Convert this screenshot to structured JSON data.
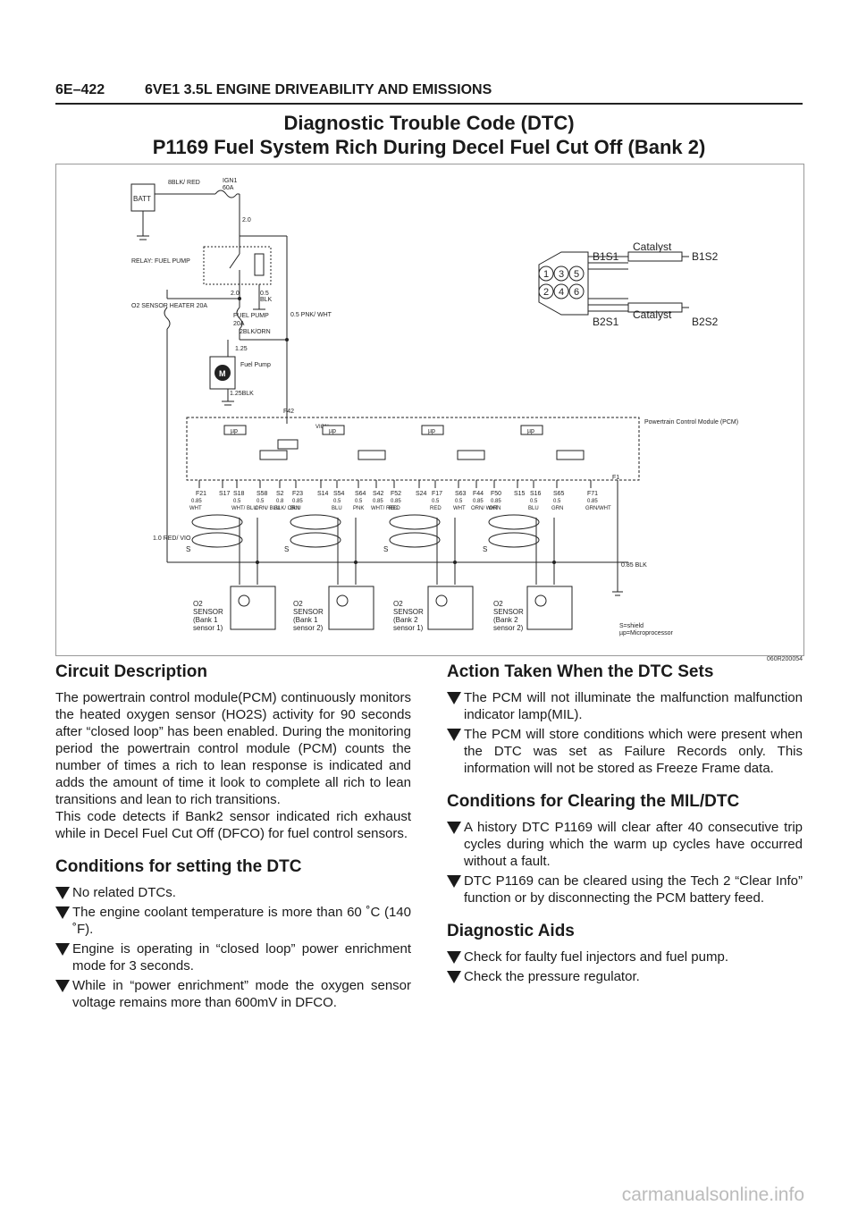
{
  "header": {
    "page": "6E–422",
    "section": "6VE1 3.5L ENGINE DRIVEABILITY AND EMISSIONS"
  },
  "title": {
    "line1": "Diagnostic Trouble Code (DTC)",
    "line2": "P1169 Fuel System Rich During Decel Fuel Cut Off (Bank 2)"
  },
  "diagram": {
    "batt": "BATT",
    "wire_8blk_red": "8BLK/ RED",
    "ign1": "IGN1",
    "ign1_amp": "60A",
    "w20": "2.0",
    "relay": "RELAY: FUEL PUMP",
    "relay_w1": "2.0",
    "relay_w2": "0.5",
    "relay_w2c": "BLK",
    "heater": "O2 SENSOR HEATER 20A",
    "fuel_pump_fuse": "FUEL PUMP",
    "fuel_pump_amp": "20A",
    "w2blk_orn": "2BLK/ORN",
    "w05pnk": "0.5 PNK/ WHT",
    "w125": "1.25",
    "motor": "M",
    "fuel_pump": "Fuel Pump",
    "w125blk": "1.25BLK",
    "f42": "F42",
    "vign": "VIGN",
    "pcm": "Powertrain Control Module (PCM)",
    "f1": "F1",
    "up": "µp",
    "w10": "1.0 RED/ VIO",
    "w085blk": "0.85 BLK",
    "s": "S",
    "legend1": "S=shield",
    "legend2": "µp=Microprocessor",
    "b1s1": "B1S1",
    "b1s2": "B1S2",
    "b2s1": "B2S1",
    "b2s2": "B2S2",
    "catalyst": "Catalyst",
    "cyl": [
      "1",
      "3",
      "5",
      "2",
      "4",
      "6"
    ],
    "pins": [
      "F21",
      "S17",
      "S18",
      "S58",
      "S2",
      "F23",
      "S14",
      "S54",
      "S64",
      "S42",
      "F52",
      "S24",
      "F17",
      "S63",
      "F44",
      "F50",
      "S15",
      "S16",
      "S65",
      "F71"
    ],
    "wire_gauge": [
      "0.85",
      "0.5",
      "0.5",
      "0.8",
      "0.85",
      "0.5",
      "0.5",
      "0.85",
      "0.85",
      "0.5",
      "0.5",
      "0.85",
      "0.85",
      "0.5",
      "0.5",
      "0.85"
    ],
    "wire_color": [
      "WHT",
      "WHT/ BLU",
      "ORN/ BLU",
      "BLK/ ORN",
      "BLU",
      "BLU",
      "PNK",
      "WHT/ RED",
      "RED",
      "RED",
      "WHT",
      "ORN/ WHT",
      "ORN",
      "BLU",
      "GRN",
      "GRN/WHT"
    ],
    "sensors": [
      "O2 SENSOR (Bank 1 sensor 1)",
      "O2 SENSOR (Bank 1 sensor 2)",
      "O2 SENSOR (Bank 2 sensor 1)",
      "O2 SENSOR (Bank 2 sensor 2)"
    ],
    "figure_id": "060R200054"
  },
  "circuit": {
    "heading": "Circuit Description",
    "para1": "The powertrain control module(PCM) continuously monitors the heated oxygen sensor (HO2S) activity for 90 seconds after “closed loop” has been enabled. During the monitoring period the powertrain control module (PCM) counts the number of times a rich to lean response is indicated and adds the amount of time it look to complete all rich to lean transitions and lean to rich transitions.",
    "para2": "This code detects if Bank2 sensor indicated rich exhaust while in Decel Fuel Cut Off (DFCO) for fuel control sensors."
  },
  "setting": {
    "heading": "Conditions for setting the DTC",
    "items": [
      "No related DTCs.",
      "The engine coolant temperature is more than 60 ˚C (140 ˚F).",
      "Engine is operating in “closed loop” power enrichment mode for 3 seconds.",
      "While in “power enrichment” mode the oxygen sensor voltage remains more than 600mV in DFCO."
    ]
  },
  "action": {
    "heading": "Action Taken When the DTC Sets",
    "items": [
      "The PCM will not illuminate the malfunction malfunction indicator lamp(MIL).",
      "The PCM will store conditions which were present when the DTC was set as Failure Records only. This information will not be stored as Freeze Frame data."
    ]
  },
  "clearing": {
    "heading": "Conditions for Clearing the MIL/DTC",
    "items": [
      "A history DTC P1169 will clear after 40 consecutive trip cycles during which the warm up cycles have occurred without a fault.",
      "DTC P1169 can be cleared using the Tech 2 “Clear Info” function or by disconnecting the PCM battery feed."
    ]
  },
  "aids": {
    "heading": "Diagnostic Aids",
    "items": [
      "Check for faulty fuel injectors and fuel pump.",
      "Check the pressure regulator."
    ]
  },
  "watermark": "carmanualsonline.info"
}
